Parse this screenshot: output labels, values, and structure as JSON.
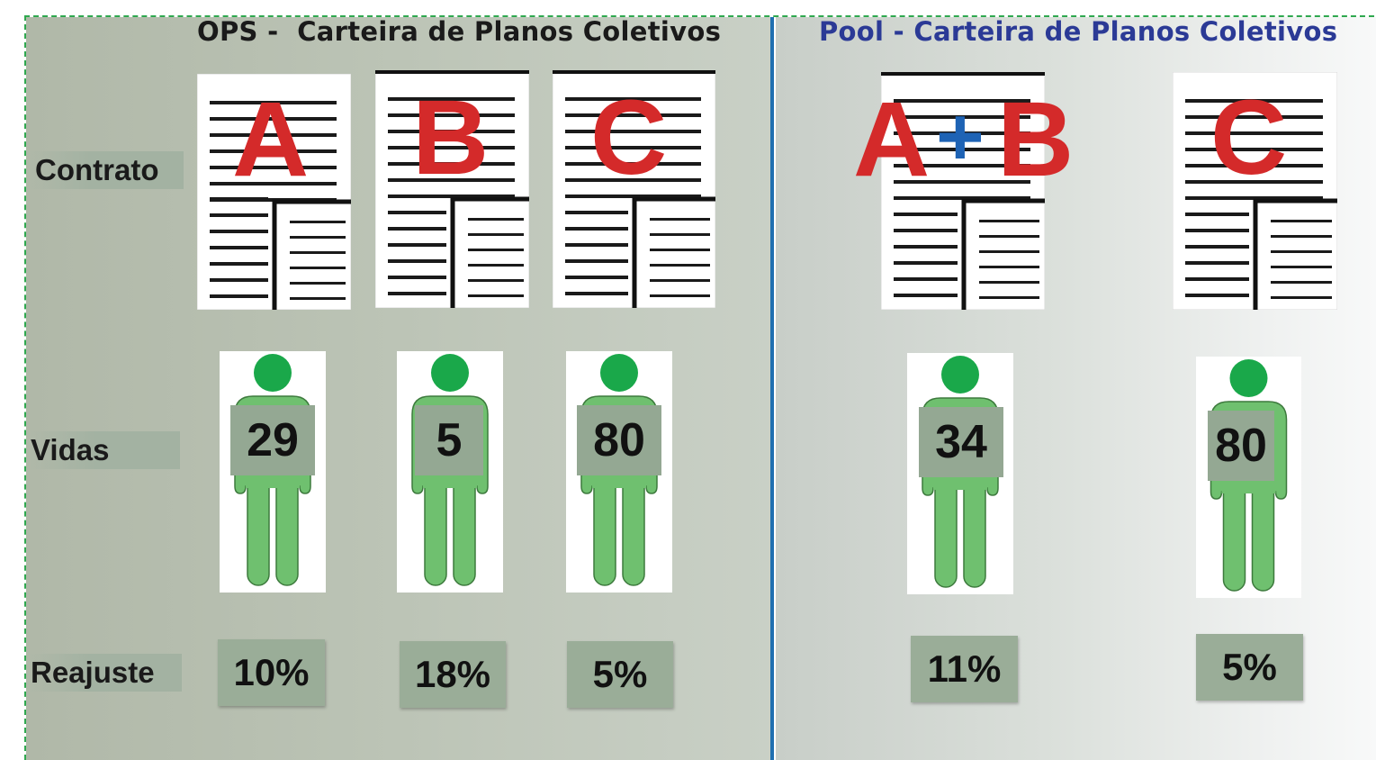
{
  "ops": {
    "title": "OPS -  Carteira de Planos Coletivos",
    "contracts": [
      {
        "letter": "A",
        "lives": "29",
        "adjustment": "10%"
      },
      {
        "letter": "B",
        "lives": "5",
        "adjustment": "18%"
      },
      {
        "letter": "C",
        "lives": "80",
        "adjustment": "5%"
      }
    ]
  },
  "pool": {
    "title": "Pool - Carteira de Planos Coletivos",
    "contracts": [
      {
        "letter_1": "A",
        "plus": "+",
        "letter_2": "B",
        "lives": "34",
        "adjustment": "11%"
      },
      {
        "letter": "C",
        "lives": "80",
        "adjustment": "5%"
      }
    ]
  },
  "row_labels": {
    "contract": "Contrato",
    "lives": "Vidas",
    "adjustment": "Reajuste"
  },
  "colors": {
    "letter": "#d42a2a",
    "plus": "#1e63b5",
    "person_body": "#6fc06f",
    "person_head": "#1aa84a",
    "divider": "#1f6fb0",
    "pool_title": "#2b3a96",
    "label_box": "#9aad98"
  },
  "icons": {
    "contract": "document-icon",
    "lives": "person-icon"
  }
}
